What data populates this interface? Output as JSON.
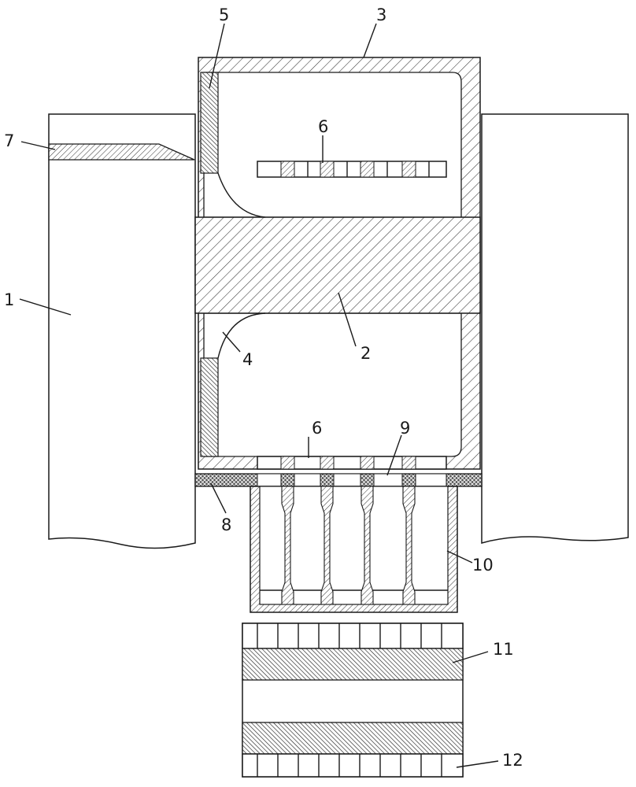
{
  "labels": {
    "l1": "1",
    "l2": "2",
    "l3": "3",
    "l4": "4",
    "l5": "5",
    "l6a": "6",
    "l6b": "6",
    "l7": "7",
    "l8": "8",
    "l9": "9",
    "l10": "10",
    "l11": "11",
    "l12": "12"
  }
}
